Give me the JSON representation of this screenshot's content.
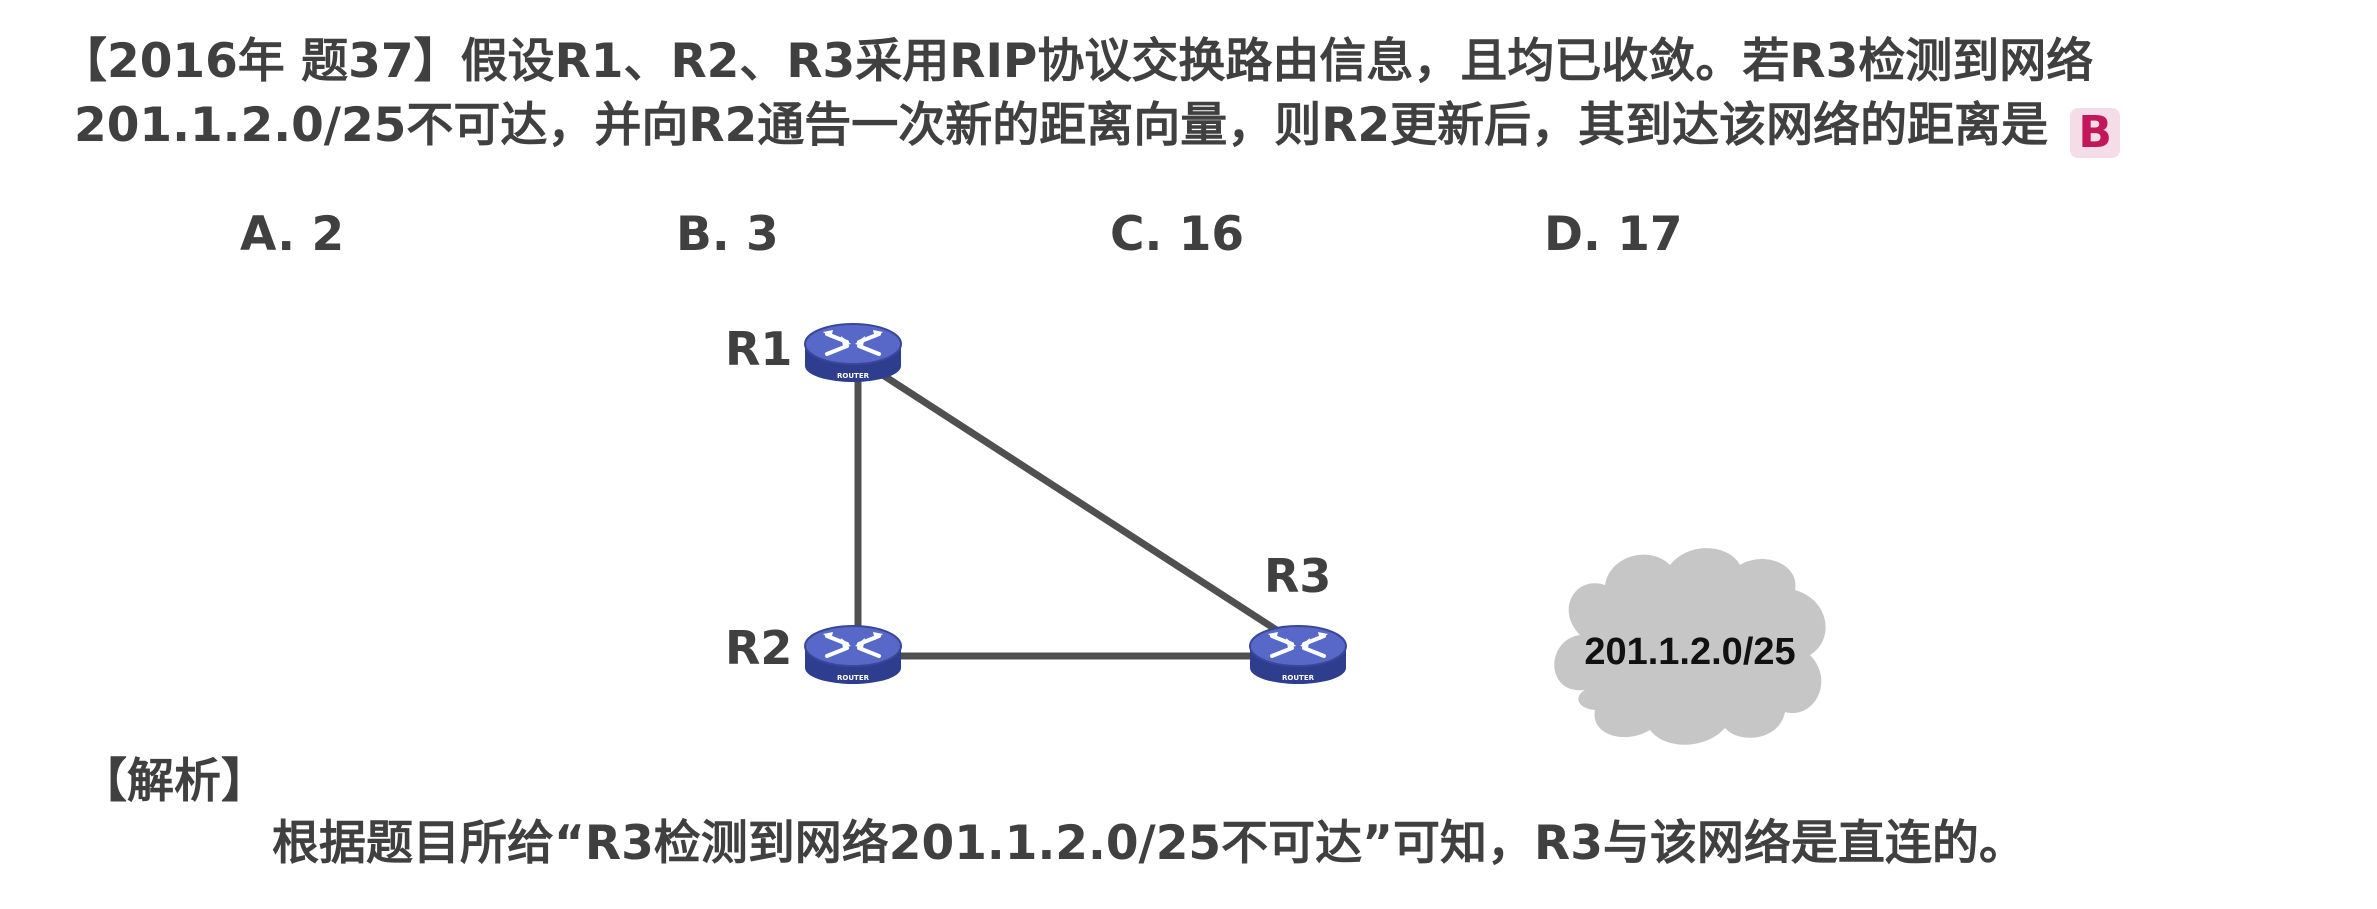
{
  "question": {
    "line1": "【2016年 题37】假设R1、R2、R3采用RIP协议交换路由信息，且均已收敛。若R3检测到网络",
    "line2": "201.1.2.0/25不可达，并向R2通告一次新的距离向量，则R2更新后，其到达该网络的距离是",
    "answer": "B"
  },
  "options": [
    {
      "label": "A. 2"
    },
    {
      "label": "B. 3"
    },
    {
      "label": "C. 16"
    },
    {
      "label": "D. 17"
    }
  ],
  "diagram": {
    "routers": [
      {
        "id": "R1",
        "label": "R1",
        "caption": "ROUTER"
      },
      {
        "id": "R2",
        "label": "R2",
        "caption": "ROUTER"
      },
      {
        "id": "R3",
        "label": "R3",
        "caption": "ROUTER"
      }
    ],
    "network": {
      "label": "201.1.2.0/25"
    },
    "links": [
      {
        "from": "R1",
        "to": "R2"
      },
      {
        "from": "R1",
        "to": "R3"
      },
      {
        "from": "R2",
        "to": "R3"
      }
    ],
    "colors": {
      "router_body": "#3f4fa8",
      "router_top": "#5868c8",
      "link": "#505050",
      "cloud": "#c6c6c6",
      "answer_text": "#c2185b",
      "answer_bg": "#f4dde6"
    }
  },
  "analysis": {
    "title": "【解析】",
    "text": "根据题目所给“R3检测到网络201.1.2.0/25不可达”可知，R3与该网络是直连的。"
  }
}
